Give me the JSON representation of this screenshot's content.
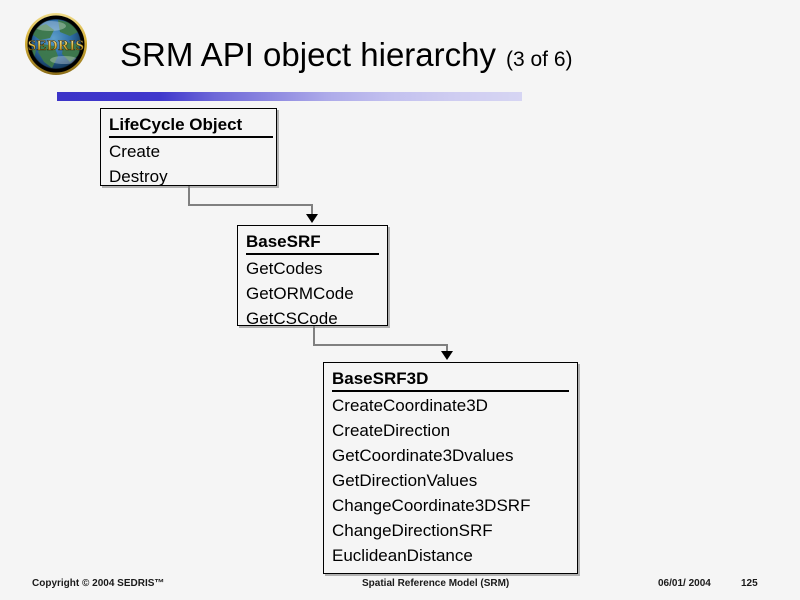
{
  "slide": {
    "background_color": "#f5f5f5",
    "title": {
      "main": "SRM API object hierarchy",
      "suffix": "(3 of 6)"
    },
    "rule": {
      "gradient_start": "#3c34c8",
      "gradient_end": "#d6d5f3"
    },
    "logo": {
      "name": "sedris-logo",
      "wordmark": "SEDRIS",
      "ring_color": "#d4af37",
      "disc_color": "#000000",
      "globe_color": "#2f6fa8"
    }
  },
  "diagram": {
    "type": "class-hierarchy",
    "classes": [
      {
        "id": "lifecycle-object",
        "name": "LifeCycle Object",
        "members": [
          "Create",
          "Destroy"
        ]
      },
      {
        "id": "basesrf",
        "name": "BaseSRF",
        "members": [
          "GetCodes",
          "GetORMCode",
          "GetCSCode"
        ]
      },
      {
        "id": "basesrf3d",
        "name": "BaseSRF3D",
        "members": [
          "CreateCoordinate3D",
          "CreateDirection",
          "GetCoordinate3Dvalues",
          "GetDirectionValues",
          "ChangeCoordinate3DSRF",
          "ChangeDirectionSRF",
          "EuclideanDistance"
        ]
      }
    ],
    "connections": [
      {
        "from": "lifecycle-object",
        "to": "basesrf"
      },
      {
        "from": "basesrf",
        "to": "basesrf3d"
      }
    ]
  },
  "footer": {
    "copyright": "Copyright © 2004 SEDRIS™",
    "center": "Spatial Reference Model (SRM)",
    "date": "06/01/ 2004",
    "page": "125"
  }
}
